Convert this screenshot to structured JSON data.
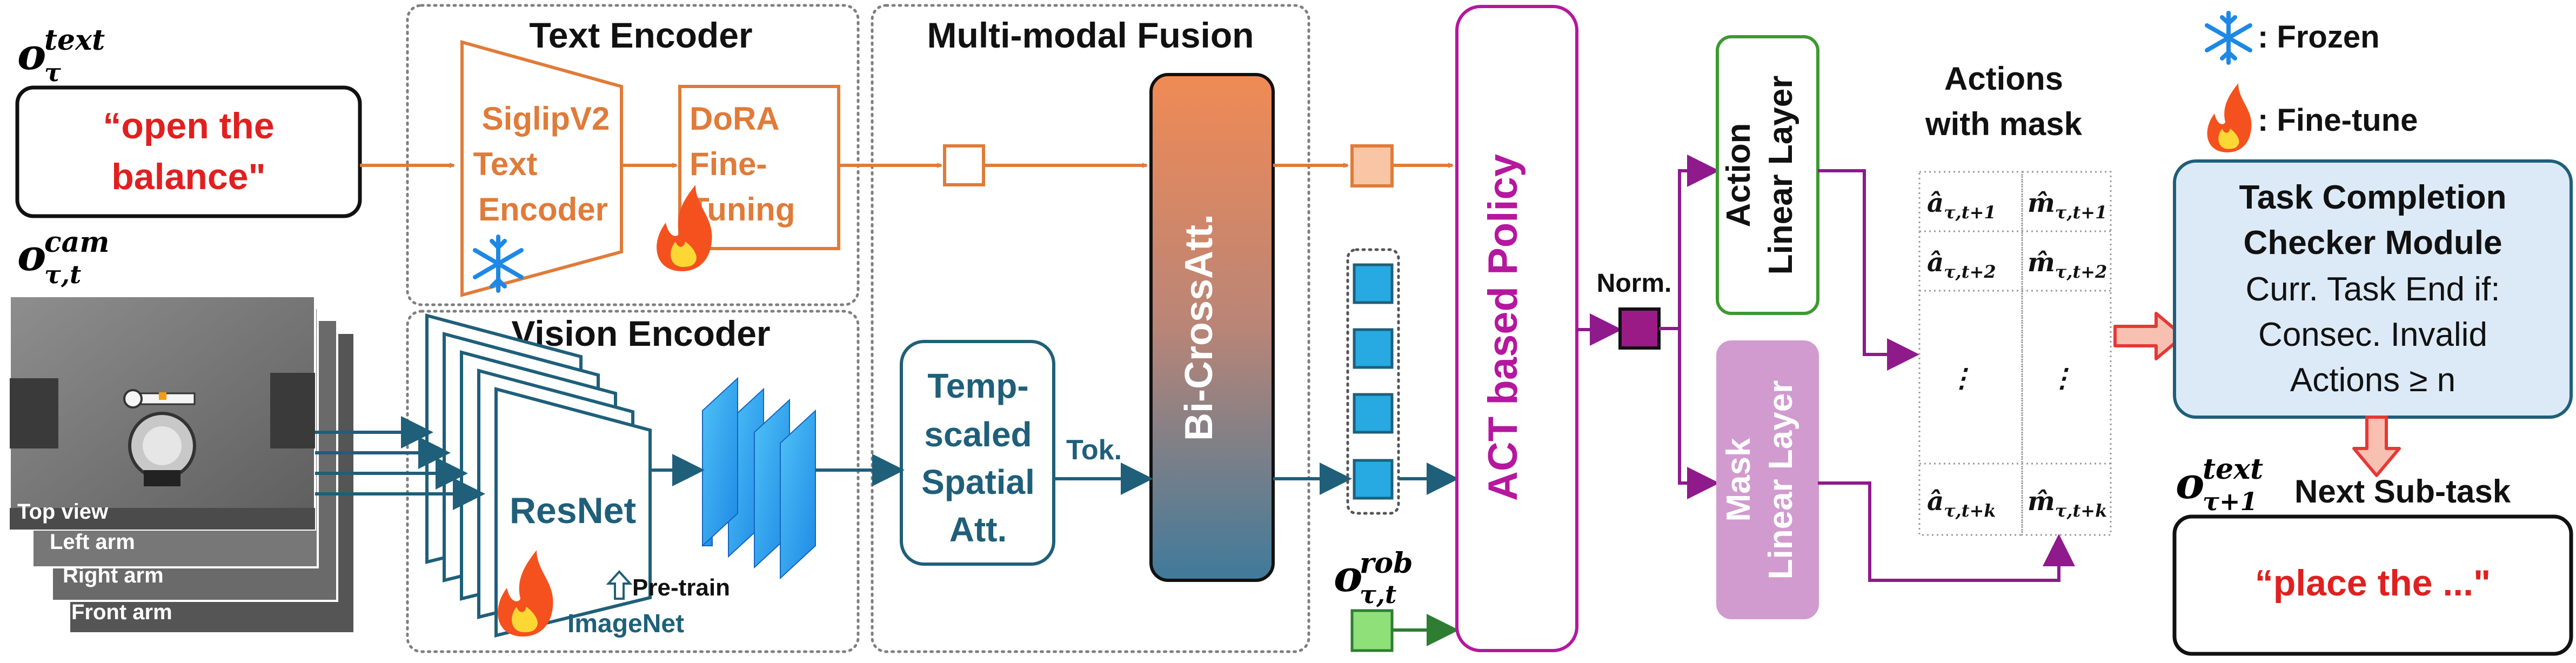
{
  "input_text": {
    "symbol": "o",
    "sub": "τ",
    "sup": "text",
    "value_line1": "“open the",
    "value_line2": "balance\""
  },
  "input_cam": {
    "symbol": "o",
    "sub": "τ,t",
    "sup": "cam",
    "views": [
      "Top view",
      "Left arm",
      "Right arm",
      "Front arm"
    ]
  },
  "text_encoder": {
    "title": "Text Encoder",
    "siglip_lines": [
      "SiglipV2",
      "Text",
      "Encoder"
    ],
    "dora_lines": [
      "DoRA",
      "Fine-",
      "Tuning"
    ]
  },
  "vision_encoder": {
    "title": "Vision Encoder",
    "resnet": "ResNet",
    "pretrain": "Pre-train",
    "imagenet": "ImageNet"
  },
  "fusion": {
    "title": "Multi-modal Fusion",
    "spatial_lines": [
      "Temp-",
      "scaled",
      "Spatial",
      "Att."
    ],
    "tok": "Tok.",
    "bicross": "Bi-CrossAtt."
  },
  "robot_obs": {
    "symbol": "o",
    "sub": "τ,t",
    "sup": "rob"
  },
  "policy": {
    "label": "ACT based Policy"
  },
  "norm": {
    "label": "Norm."
  },
  "heads": {
    "action_lines": [
      "Action",
      "Linear Layer"
    ],
    "mask_lines": [
      "Mask",
      "Linear Layer"
    ]
  },
  "actions": {
    "title_line1": "Actions",
    "title_line2": "with mask",
    "rows": [
      {
        "a": "â",
        "a_sub": "τ,t+1",
        "m": "m̂",
        "m_sub": "τ,t+1"
      },
      {
        "a": "â",
        "a_sub": "τ,t+2",
        "m": "m̂",
        "m_sub": "τ,t+2"
      },
      {
        "a": "⋮",
        "a_sub": "",
        "m": "⋮",
        "m_sub": ""
      },
      {
        "a": "â",
        "a_sub": "τ,t+k",
        "m": "m̂",
        "m_sub": "τ,t+k"
      }
    ]
  },
  "legend": {
    "frozen": ": Frozen",
    "finetune": ": Fine-tune"
  },
  "checker": {
    "title_line1": "Task Completion",
    "title_line2": "Checker Module",
    "lines": [
      "Curr. Task End if:",
      "Consec. Invalid",
      "Actions ≥ n"
    ]
  },
  "next": {
    "symbol": "o",
    "sub": "τ+1",
    "sup": "text",
    "title": "Next Sub-task",
    "value": "“place the ...\""
  },
  "colors": {
    "orange": "#e07b39",
    "blue": "#1f5f7a",
    "magenta": "#b5179e",
    "purple": "#8e1a8c",
    "green": "#3c9a2f",
    "red": "#e02020",
    "checker_fill": "#dceaf7"
  }
}
